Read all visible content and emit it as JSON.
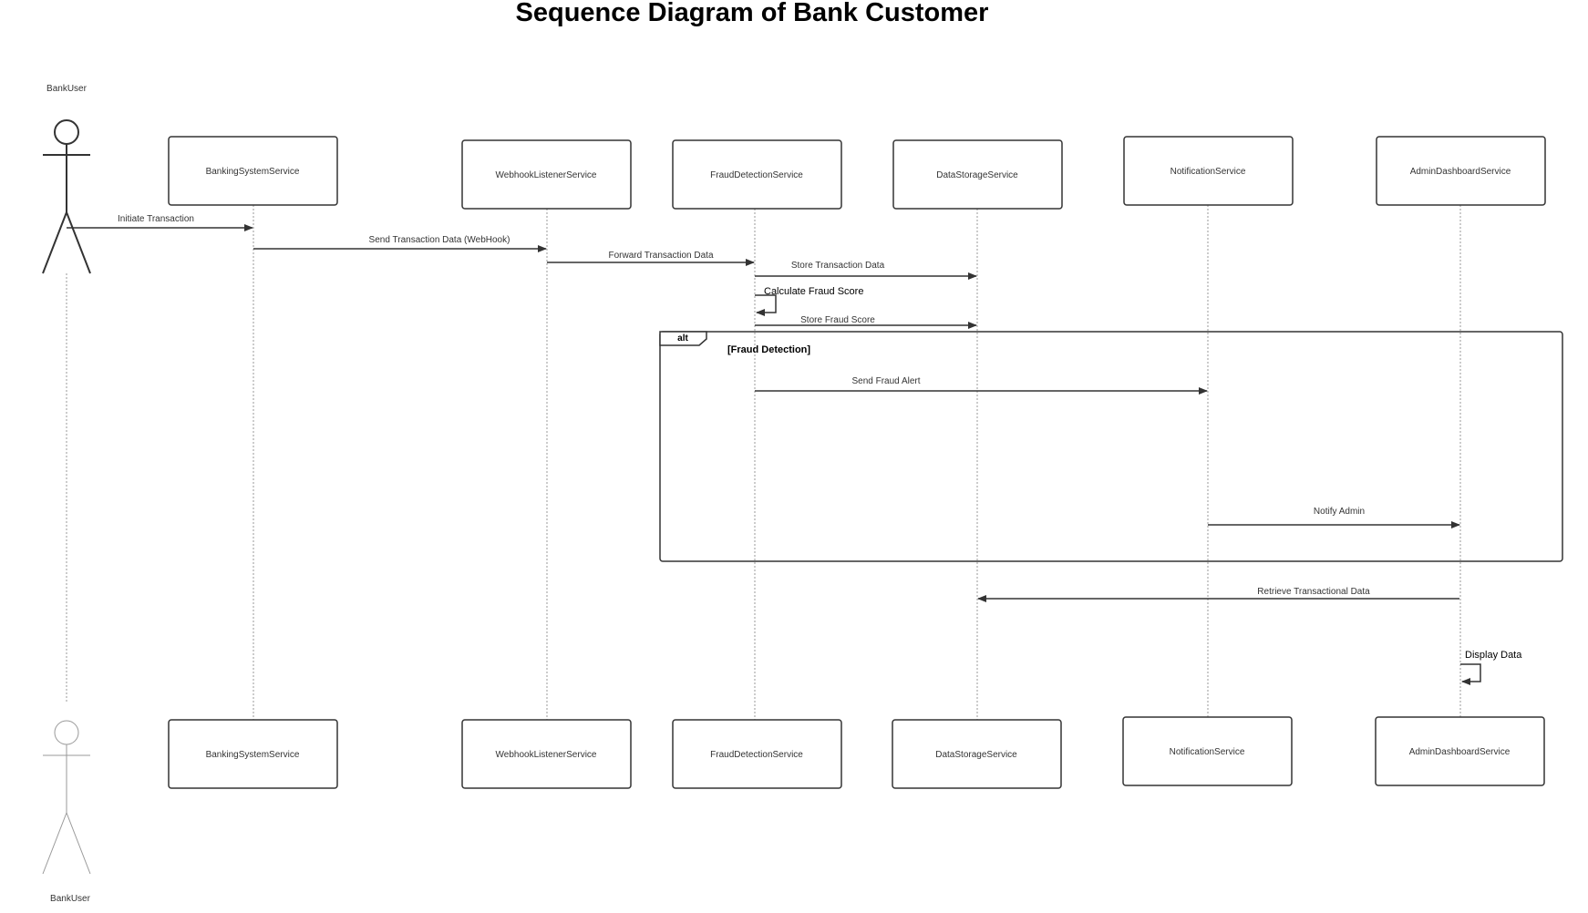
{
  "title": "Sequence Diagram of Bank Customer",
  "colors": {
    "line": "#333333",
    "lifeline": "#999999",
    "background": "#ffffff"
  },
  "actor": {
    "name_top": "BankUser",
    "name_bottom": "BankUser",
    "icon": "stick-figure-icon"
  },
  "participants": [
    {
      "id": "banking",
      "label": "BankingSystemService"
    },
    {
      "id": "webhook",
      "label": "WebhookListenerService"
    },
    {
      "id": "fraud",
      "label": "FraudDetectionService"
    },
    {
      "id": "storage",
      "label": "DataStorageService"
    },
    {
      "id": "notify",
      "label": "NotificationService"
    },
    {
      "id": "admin",
      "label": "AdminDashboardService"
    }
  ],
  "messages": [
    {
      "from": "user",
      "to": "banking",
      "label": "Initiate Transaction"
    },
    {
      "from": "banking",
      "to": "webhook",
      "label": "Send Transaction Data (WebHook)"
    },
    {
      "from": "webhook",
      "to": "fraud",
      "label": "Forward Transaction Data"
    },
    {
      "from": "fraud",
      "to": "storage",
      "label": "Store Transaction Data"
    },
    {
      "from": "fraud",
      "to": "fraud",
      "label": "Calculate Fraud Score"
    },
    {
      "from": "fraud",
      "to": "storage",
      "label": "Store Fraud Score"
    },
    {
      "from": "fraud",
      "to": "notify",
      "label": "Send Fraud Alert"
    },
    {
      "from": "notify",
      "to": "admin",
      "label": "Notify Admin"
    },
    {
      "from": "admin",
      "to": "storage",
      "label": "Retrieve Transactional Data"
    },
    {
      "from": "admin",
      "to": "admin",
      "label": "Display Data"
    }
  ],
  "fragment": {
    "operator": "alt",
    "guard": "[Fraud Detection]"
  }
}
